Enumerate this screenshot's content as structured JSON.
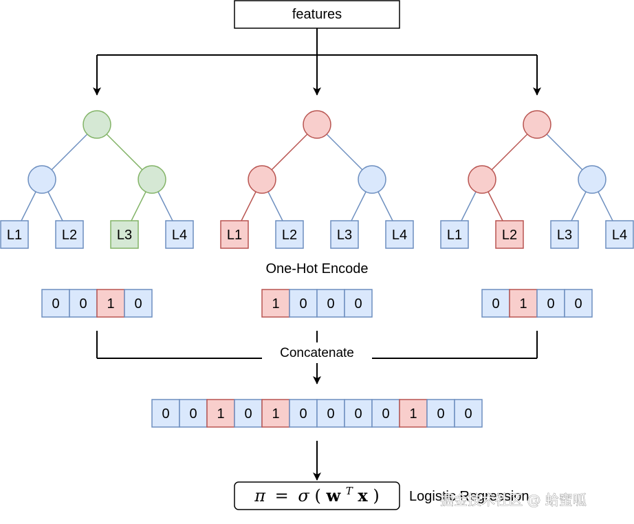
{
  "features_label": "features",
  "one_hot_label": "One-Hot Encode",
  "concat_label": "Concatenate",
  "formula": {
    "lhs": "π",
    "eq": "=",
    "sigma": "σ",
    "open": "(",
    "w": "w",
    "sup": "T",
    "x": "x",
    "close": ")"
  },
  "lr_label": "Logistic Regression",
  "watermark": "掘金技术社区 @ 蛤蜜呱",
  "trees": [
    {
      "path_color": "green",
      "path": [
        "root",
        "right",
        "L3"
      ],
      "leaves": [
        "L1",
        "L2",
        "L3",
        "L4"
      ],
      "selected_leaf": 2
    },
    {
      "path_color": "red",
      "path": [
        "root",
        "left",
        "L1"
      ],
      "leaves": [
        "L1",
        "L2",
        "L3",
        "L4"
      ],
      "selected_leaf": 0
    },
    {
      "path_color": "red",
      "path": [
        "root",
        "left",
        "L2"
      ],
      "leaves": [
        "L1",
        "L2",
        "L3",
        "L4"
      ],
      "selected_leaf": 1
    }
  ],
  "encodings": [
    {
      "values": [
        "0",
        "0",
        "1",
        "0"
      ],
      "hot_index": 2
    },
    {
      "values": [
        "1",
        "0",
        "0",
        "0"
      ],
      "hot_index": 0
    },
    {
      "values": [
        "0",
        "1",
        "0",
        "0"
      ],
      "hot_index": 1
    }
  ],
  "concatenated": {
    "values": [
      "0",
      "0",
      "1",
      "0",
      "1",
      "0",
      "0",
      "0",
      "0",
      "1",
      "0",
      "0"
    ],
    "hot_indices": [
      2,
      4,
      9
    ]
  }
}
